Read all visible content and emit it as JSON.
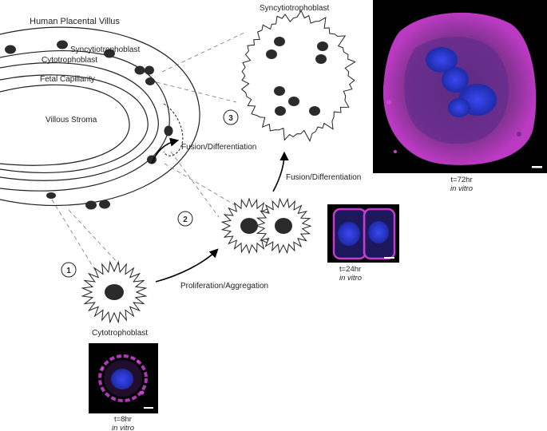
{
  "labels": {
    "villus_title": "Human Placental Villus",
    "syncytiotrophoblast_layer": "Syncytiotrophoblast",
    "cytotrophoblast_layer": "Cytotrophoblast",
    "fetal_capillarity": "Fetal Capillarity",
    "villous_stroma": "Villous Stroma",
    "fusion_differentiation_1": "Fusion/Differentiation",
    "fusion_differentiation_2": "Fusion/Differentiation",
    "proliferation_aggregation": "Proliferation/Aggregation",
    "syncytiotrophoblast_cell": "Syncytiotrophoblast",
    "cytotrophoblast_cell": "Cytotrophoblast"
  },
  "steps": [
    "1",
    "2",
    "3"
  ],
  "micrographs": [
    {
      "time": "t=8hr",
      "condition": "in vitro"
    },
    {
      "time": "t=24hr",
      "condition": "in vitro"
    },
    {
      "time": "t=72hr",
      "condition": "in vitro"
    }
  ],
  "colors": {
    "line": "#222222",
    "nucleus": "#2b2b2b",
    "micrograph_bg": "#000000",
    "membrane_stain": "#d040d8",
    "nuclear_stain": "#2838d8"
  }
}
